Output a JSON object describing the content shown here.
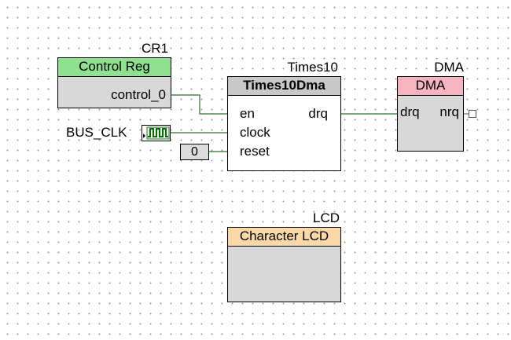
{
  "components": {
    "cr1": {
      "instance": "CR1",
      "type": "Control Reg",
      "pins": {
        "out": "control_0"
      },
      "header_color": "#8fe08f"
    },
    "times10": {
      "instance": "Times10",
      "type": "Times10Dma",
      "pins": {
        "en": "en",
        "clock": "clock",
        "reset": "reset",
        "drq": "drq"
      },
      "header_color": "#c8c8c8"
    },
    "dma": {
      "instance": "DMA",
      "type": "DMA",
      "pins": {
        "drq": "drq",
        "nrq": "nrq"
      },
      "header_color": "#f6b4c0"
    },
    "lcd": {
      "instance": "LCD",
      "type": "Character LCD",
      "header_color": "#fad8a8"
    }
  },
  "clock": {
    "label": "BUS_CLK",
    "icon": "clock-waveform-icon"
  },
  "constant": {
    "value": "0"
  },
  "colors": {
    "wire": "#2a6e2a",
    "grid_dot": "#9a9a9a"
  }
}
